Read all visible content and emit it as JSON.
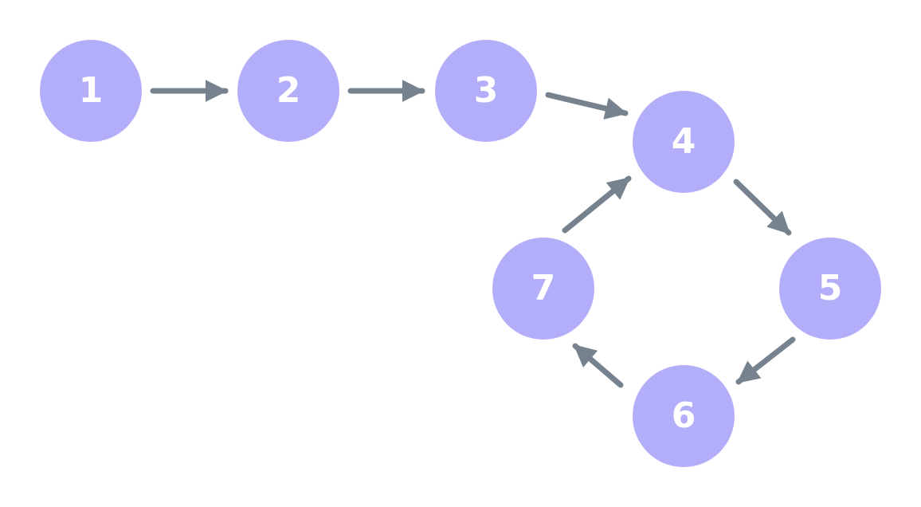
{
  "colors": {
    "node_fill": "#b3aef9",
    "node_text": "#ffffff",
    "edge": "#76838f",
    "background": "#ffffff"
  },
  "nodes": [
    {
      "id": "n1",
      "label": "1"
    },
    {
      "id": "n2",
      "label": "2"
    },
    {
      "id": "n3",
      "label": "3"
    },
    {
      "id": "n4",
      "label": "4"
    },
    {
      "id": "n5",
      "label": "5"
    },
    {
      "id": "n6",
      "label": "6"
    },
    {
      "id": "n7",
      "label": "7"
    }
  ],
  "edges": [
    {
      "from": "1",
      "to": "2"
    },
    {
      "from": "2",
      "to": "3"
    },
    {
      "from": "3",
      "to": "4"
    },
    {
      "from": "4",
      "to": "5"
    },
    {
      "from": "5",
      "to": "6"
    },
    {
      "from": "6",
      "to": "7"
    },
    {
      "from": "7",
      "to": "4"
    }
  ]
}
